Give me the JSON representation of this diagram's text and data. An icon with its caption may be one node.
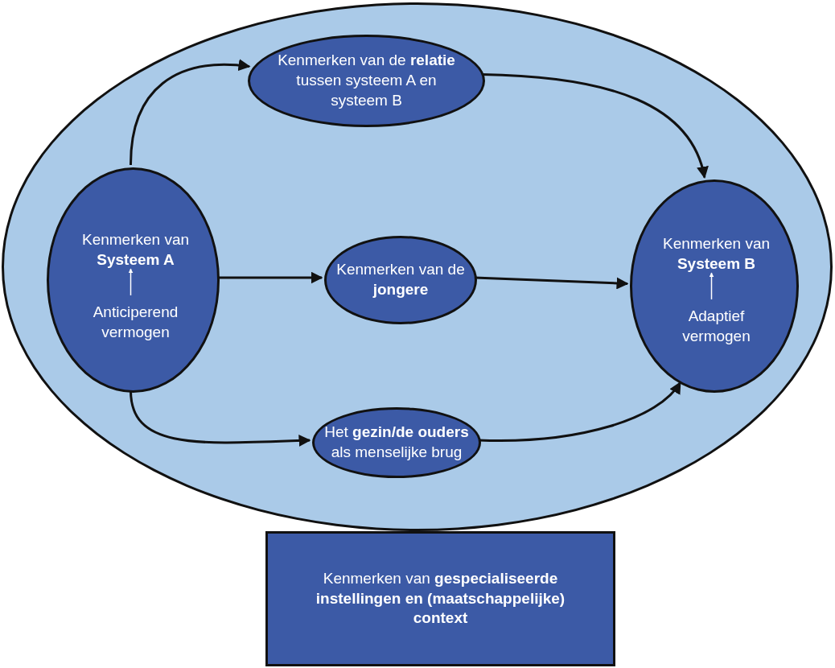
{
  "diagram": {
    "nodes": [
      {
        "text": [],
        "shape": "ellipse"
      },
      {
        "text": [
          "Kenmerken van de **relatie** tussen systeem A en systeem B"
        ],
        "in": 0
      },
      {
        "text": [],
        "shape": "ellipse",
        "in": 0
      },
      {
        "text": [
          "Kenmerken van **Systeem A**"
        ],
        "in": 2
      },
      {
        "text": [
          "Anticiperend vermogen"
        ],
        "in": 2
      },
      {
        "text": [
          "Kenmerken van de **jongere**"
        ],
        "in": 0
      },
      {
        "text": [],
        "shape": "ellipse",
        "in": 0
      },
      {
        "text": [
          "Kenmerken van **Systeem B**"
        ],
        "in": 6
      },
      {
        "text": [
          "Adaptief vermogen"
        ],
        "in": 6
      },
      {
        "text": [
          "Het **gezin/de ouders** als menselijke brug"
        ],
        "in": 0
      },
      {
        "text": [
          "Kenmerken van **gespecialiseerde instellingen en (maatschappelijke) context**"
        ]
      }
    ],
    "edges": [
      {
        "from": 2,
        "to": 1,
        "arrow": "to"
      },
      {
        "from": 2,
        "to": 5,
        "arrow": "to"
      },
      {
        "from": 2,
        "to": 9,
        "arrow": "to"
      },
      {
        "from": 1,
        "to": 6,
        "arrow": "to"
      },
      {
        "from": 5,
        "to": 6,
        "arrow": "to"
      },
      {
        "from": 9,
        "to": 6,
        "arrow": "to"
      },
      {
        "from": 4,
        "to": 3,
        "arrow": "to",
        "color": "#ffffff"
      },
      {
        "from": 8,
        "to": 7,
        "arrow": "to",
        "color": "#ffffff"
      }
    ]
  }
}
